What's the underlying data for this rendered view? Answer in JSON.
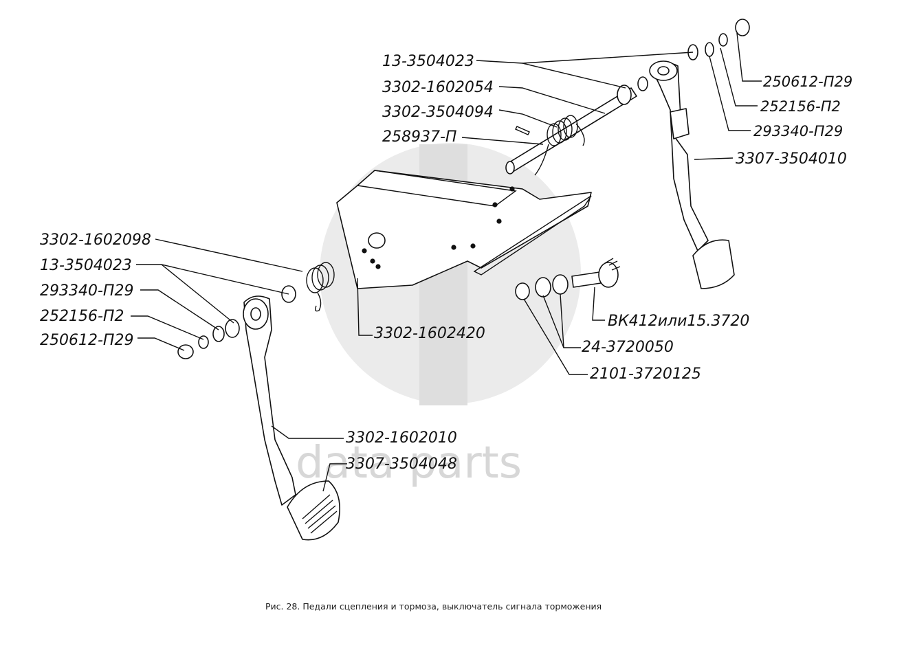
{
  "watermark": {
    "text": "data parts",
    "color": "#cfcfcf"
  },
  "labels": {
    "right_13_3504023": "13-3504023",
    "right_3302_1602054": "3302-1602054",
    "right_3302_3504094": "3302-3504094",
    "right_258937_p": "258937-П",
    "right_250612_p29": "250612-П29",
    "right_252156_p2": "252156-П2",
    "right_293340_p29": "293340-П29",
    "right_3307_3504010": "3307-3504010",
    "left_3302_1602098": "3302-1602098",
    "left_13_3504023": "13-3504023",
    "left_293340_p29": "293340-П29",
    "left_252156_p2": "252156-П2",
    "left_250612_p29": "250612-П29",
    "center_3302_1602420": "3302-1602420",
    "switch_vk412": "ВК412или15.3720",
    "switch_24_3720050": "24-3720050",
    "switch_2101_3720125": "2101-3720125",
    "pedal_3302_1602010": "3302-1602010",
    "pedal_3307_3504048": "3307-3504048"
  },
  "caption": "Рис. 28. Педали сцепления и тормоза, выключатель сигнала торможения"
}
